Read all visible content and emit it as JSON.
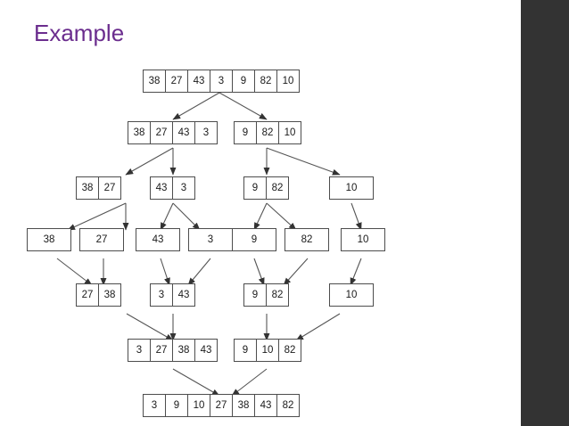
{
  "slide": {
    "title": "Example",
    "title_color": "#6b2d8e",
    "background": "#ffffff",
    "sidebar_color": "#333333"
  },
  "chart_data": {
    "type": "diagram",
    "title": "Example",
    "description": "Merge sort recursion tree: top-down splitting then bottom-up merging",
    "levels": [
      {
        "name": "split-level-0",
        "stage": "split",
        "arrays": [
          {
            "values": [
              38,
              27,
              43,
              3,
              9,
              82,
              10
            ]
          }
        ]
      },
      {
        "name": "split-level-1",
        "stage": "split",
        "arrays": [
          {
            "values": [
              38,
              27,
              43,
              3
            ]
          },
          {
            "values": [
              9,
              82,
              10
            ]
          }
        ]
      },
      {
        "name": "split-level-2",
        "stage": "split",
        "arrays": [
          {
            "values": [
              38,
              27
            ]
          },
          {
            "values": [
              43,
              3
            ]
          },
          {
            "values": [
              9,
              82
            ]
          },
          {
            "values": [
              10
            ]
          }
        ]
      },
      {
        "name": "split-level-3",
        "stage": "split",
        "arrays": [
          {
            "values": [
              38
            ]
          },
          {
            "values": [
              27
            ]
          },
          {
            "values": [
              43
            ]
          },
          {
            "values": [
              3
            ]
          },
          {
            "values": [
              9
            ]
          },
          {
            "values": [
              82
            ]
          },
          {
            "values": [
              10
            ]
          }
        ]
      },
      {
        "name": "merge-level-1",
        "stage": "merge",
        "arrays": [
          {
            "values": [
              27,
              38
            ]
          },
          {
            "values": [
              3,
              43
            ]
          },
          {
            "values": [
              9,
              82
            ]
          },
          {
            "values": [
              10
            ]
          }
        ]
      },
      {
        "name": "merge-level-2",
        "stage": "merge",
        "arrays": [
          {
            "values": [
              3,
              27,
              38,
              43
            ]
          },
          {
            "values": [
              9,
              10,
              82
            ]
          }
        ]
      },
      {
        "name": "merge-level-3",
        "stage": "merge",
        "arrays": [
          {
            "values": [
              3,
              9,
              10,
              27,
              38,
              43,
              82
            ]
          }
        ]
      }
    ],
    "rows": {
      "r0": {
        "cells": [
          "38",
          "27",
          "43",
          "3",
          "9",
          "82",
          "10"
        ]
      },
      "r1a": {
        "cells": [
          "38",
          "27",
          "43",
          "3"
        ]
      },
      "r1b": {
        "cells": [
          "9",
          "82",
          "10"
        ]
      },
      "r2a": {
        "cells": [
          "38",
          "27"
        ]
      },
      "r2b": {
        "cells": [
          "43",
          "3"
        ]
      },
      "r2c": {
        "cells": [
          "9",
          "82"
        ]
      },
      "r2d": {
        "cells": [
          "10"
        ]
      },
      "r3a": {
        "cells": [
          "38"
        ]
      },
      "r3b": {
        "cells": [
          "27"
        ]
      },
      "r3c": {
        "cells": [
          "43"
        ]
      },
      "r3d": {
        "cells": [
          "3"
        ]
      },
      "r3e": {
        "cells": [
          "9"
        ]
      },
      "r3f": {
        "cells": [
          "82"
        ]
      },
      "r3g": {
        "cells": [
          "10"
        ]
      },
      "r4a": {
        "cells": [
          "27",
          "38"
        ]
      },
      "r4b": {
        "cells": [
          "3",
          "43"
        ]
      },
      "r4c": {
        "cells": [
          "9",
          "82"
        ]
      },
      "r4d": {
        "cells": [
          "10"
        ]
      },
      "r5a": {
        "cells": [
          "3",
          "27",
          "38",
          "43"
        ]
      },
      "r5b": {
        "cells": [
          "9",
          "10",
          "82"
        ]
      },
      "r6": {
        "cells": [
          "3",
          "9",
          "10",
          "27",
          "38",
          "43",
          "82"
        ]
      }
    }
  }
}
